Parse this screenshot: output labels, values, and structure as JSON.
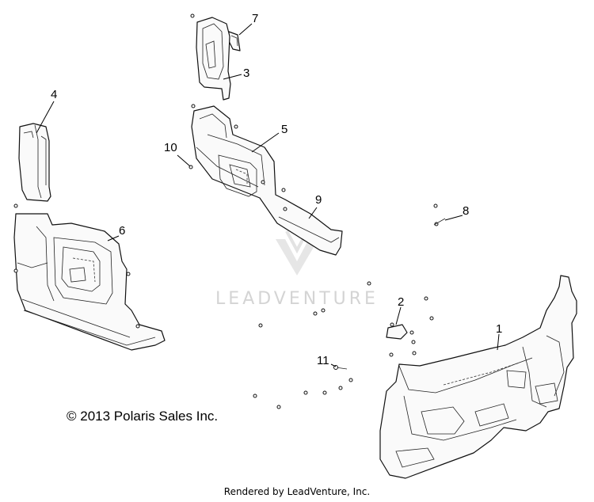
{
  "watermark": {
    "text": "LEADVENTURE"
  },
  "copyright": "© 2013 Polaris Sales Inc.",
  "rendered_by": "Rendered by LeadVenture, Inc.",
  "callouts": [
    {
      "id": "1",
      "label": "1"
    },
    {
      "id": "2",
      "label": "2"
    },
    {
      "id": "3",
      "label": "3"
    },
    {
      "id": "4",
      "label": "4"
    },
    {
      "id": "5",
      "label": "5"
    },
    {
      "id": "6",
      "label": "6"
    },
    {
      "id": "7",
      "label": "7"
    },
    {
      "id": "8",
      "label": "8"
    },
    {
      "id": "9",
      "label": "9"
    },
    {
      "id": "10",
      "label": "10"
    },
    {
      "id": "11",
      "label": "11"
    }
  ]
}
